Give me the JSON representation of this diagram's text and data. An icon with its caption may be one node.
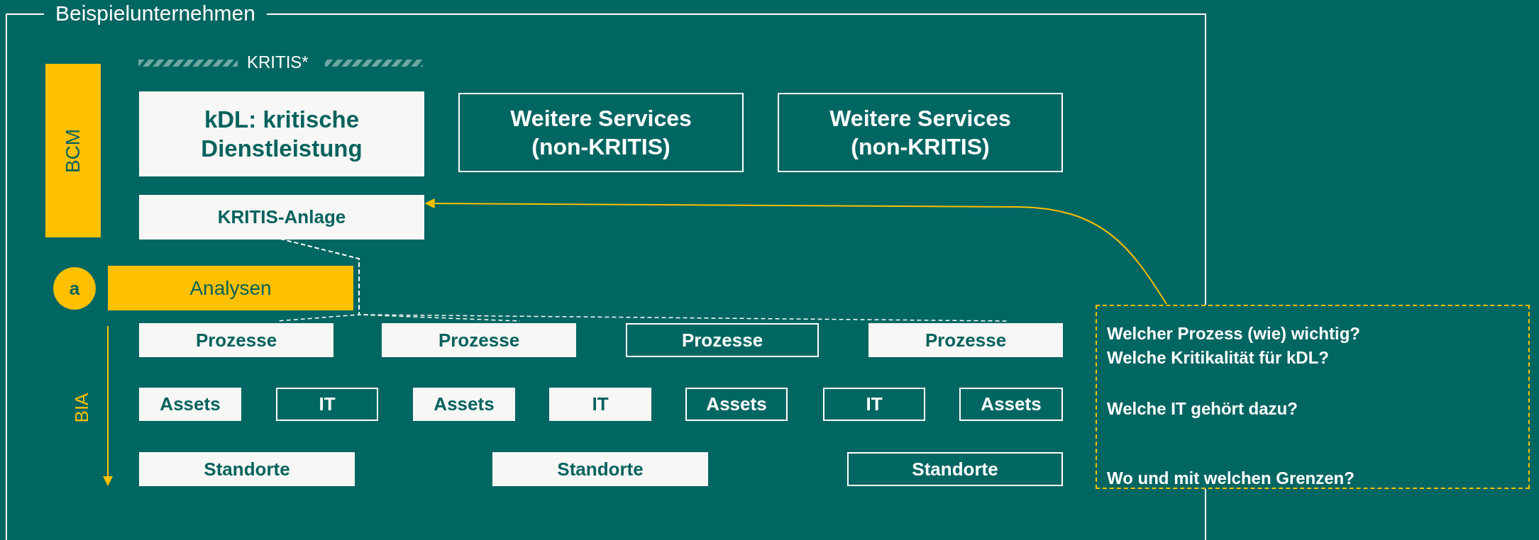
{
  "diagram": {
    "nodes": [
      {
        "text": [
          "Beispielunternehmen"
        ]
      },
      {
        "text": [
          "BCM"
        ],
        "in": 0
      },
      {
        "text": [
          "kDL: kritische Dienstleistung"
        ],
        "in": 0
      },
      {
        "text": [
          "Weitere Services (non-KRITIS)"
        ],
        "in": 0
      },
      {
        "text": [
          "Weitere Services (non-KRITIS)"
        ],
        "in": 0
      },
      {
        "text": [
          "KRITIS-Anlage"
        ],
        "in": 0
      },
      {
        "text": [
          "a"
        ],
        "in": 0
      },
      {
        "text": [
          "Analysen"
        ],
        "in": 0
      },
      {
        "text": [
          "Prozesse"
        ],
        "in": 0
      },
      {
        "text": [
          "Prozesse"
        ],
        "in": 0
      },
      {
        "text": [
          "Prozesse"
        ],
        "in": 0
      },
      {
        "text": [
          "Prozesse"
        ],
        "in": 0
      },
      {
        "text": [
          "Assets"
        ],
        "in": 0
      },
      {
        "text": [
          "IT"
        ],
        "in": 0
      },
      {
        "text": [
          "Assets"
        ],
        "in": 0
      },
      {
        "text": [
          "IT"
        ],
        "in": 0
      },
      {
        "text": [
          "Assets"
        ],
        "in": 0
      },
      {
        "text": [
          "IT"
        ],
        "in": 0
      },
      {
        "text": [
          "Assets"
        ],
        "in": 0
      },
      {
        "text": [
          "Standorte"
        ],
        "in": 0
      },
      {
        "text": [
          "Standorte"
        ],
        "in": 0
      },
      {
        "text": [
          "Standorte"
        ],
        "in": 0
      },
      {
        "text": [
          "Welcher Prozess (wie) wichtig? Welche Kritikalität für kDL?",
          "Welche IT gehört dazu?",
          "Wo und mit welchen Grenzen?"
        ]
      }
    ],
    "edges": [
      {
        "from": 22,
        "to": 5,
        "arrow": "to",
        "color": "#ffc000"
      },
      {
        "from": 5,
        "to": 8,
        "arrow": "none",
        "style": "dashed"
      },
      {
        "from": 5,
        "to": 9,
        "arrow": "none",
        "style": "dashed"
      },
      {
        "from": 5,
        "to": 11,
        "arrow": "none",
        "style": "dashed"
      }
    ],
    "labels": [
      "KRITIS*",
      "BIA"
    ]
  }
}
